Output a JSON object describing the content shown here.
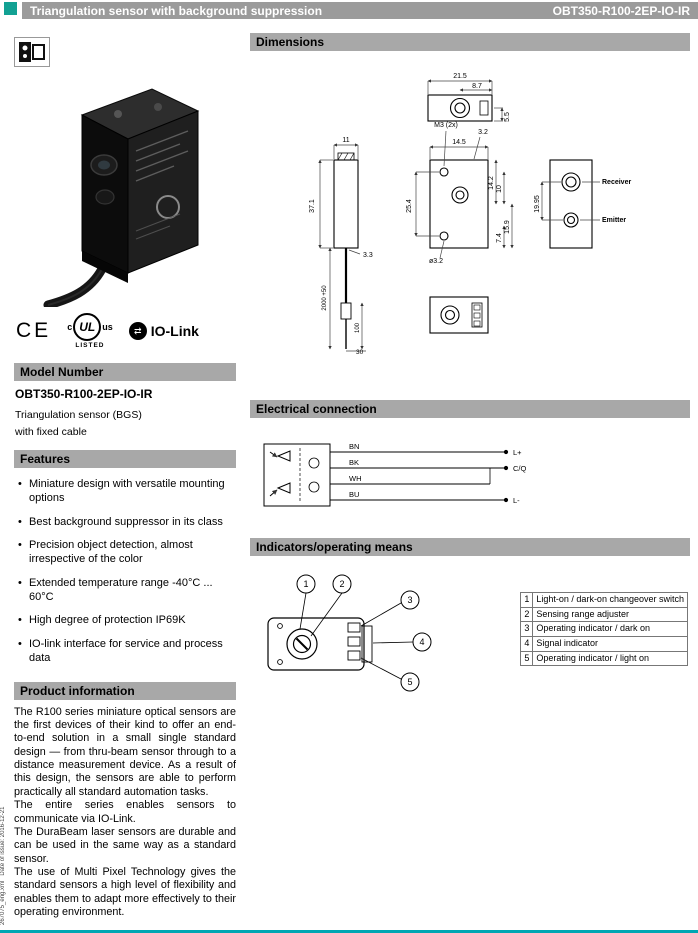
{
  "header": {
    "title": "Triangulation sensor with background suppression",
    "model": "OBT350-R100-2EP-IO-IR"
  },
  "side_note": {
    "ref": "267075_eng.xml",
    "date": "Date of issue: 2016-12-21"
  },
  "certifications": {
    "ce": "CE",
    "ul_c": "c",
    "ul_mark": "UL",
    "ul_us": "us",
    "ul_listed": "LISTED",
    "iolink_glyph": "⇄",
    "iolink": "IO-Link"
  },
  "model_number": {
    "heading": "Model Number",
    "model": "OBT350-R100-2EP-IO-IR",
    "desc1": "Triangulation sensor (BGS)",
    "desc2": "with fixed cable"
  },
  "features": {
    "heading": "Features",
    "items": [
      "Miniature design with versatile mounting options",
      "Best background suppressor in its class",
      "Precision object detection, almost irrespective of the color",
      "Extended temperature range -40°C ... 60°C",
      "High degree of protection IP69K",
      "IO-link interface for service and process data"
    ]
  },
  "product_information": {
    "heading": "Product information",
    "paragraphs": [
      "The R100 series miniature optical sensors are the first devices of their kind to offer an end-to-end solution in a small single standard design — from thru-beam sensor through to a distance measurement device. As a result of this design, the sensors are able to perform practically all standard automation tasks.",
      "The entire series enables sensors to communicate via IO-Link.",
      "The DuraBeam laser sensors are durable and can be used in the same way as a standard sensor.",
      "The use of Multi Pixel Technology gives the standard sensors a high level of flexibility and enables them to adapt more effectively to their operating environment."
    ]
  },
  "dimensions": {
    "heading": "Dimensions",
    "labels": {
      "w_total": "21.5",
      "w_front": "8.7",
      "h_top": "5.5",
      "side_w": "11",
      "body_h": "37.1",
      "front_w": "14.5",
      "hole_thread": "M3 (2x)",
      "hole_off": "3.2",
      "left_h": "25.4",
      "r1": "14.2",
      "r2": "10",
      "r3": "15.9",
      "r4": "7.4",
      "optic_h": "19.95",
      "receiver": "Receiver",
      "emitter": "Emitter",
      "cable_d": "3.3",
      "hole_dia": "ø3.2",
      "cable_len": "2000 +50",
      "cable_end": "100",
      "cable_tip": "30"
    }
  },
  "electrical": {
    "heading": "Electrical connection",
    "wires": [
      "BN",
      "BK",
      "WH",
      "BU"
    ],
    "terminals": [
      "L+",
      "C/Q",
      "L-"
    ]
  },
  "indicators": {
    "heading": "Indicators/operating means",
    "rows": [
      {
        "num": "1",
        "text": "Light-on / dark-on changeover switch"
      },
      {
        "num": "2",
        "text": "Sensing range adjuster"
      },
      {
        "num": "3",
        "text": "Operating indicator / dark on"
      },
      {
        "num": "4",
        "text": "Signal indicator"
      },
      {
        "num": "5",
        "text": "Operating indicator / light on"
      }
    ]
  }
}
